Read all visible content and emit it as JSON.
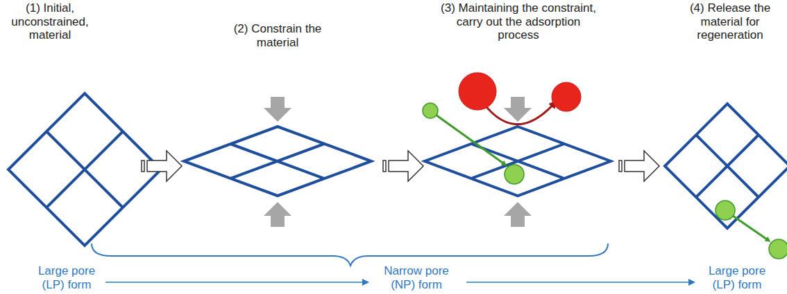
{
  "diagram": {
    "labels": [
      "(1) Initial, unconstrained, material",
      "(2) Constrain the material",
      "(3) Maintaining the constraint, carry out the adsorption process",
      "(4) Release the material for regeneration",
      "Large pore (LP) form",
      "Narrow pore (NP) form",
      "Large pore (LP) form"
    ]
  }
}
